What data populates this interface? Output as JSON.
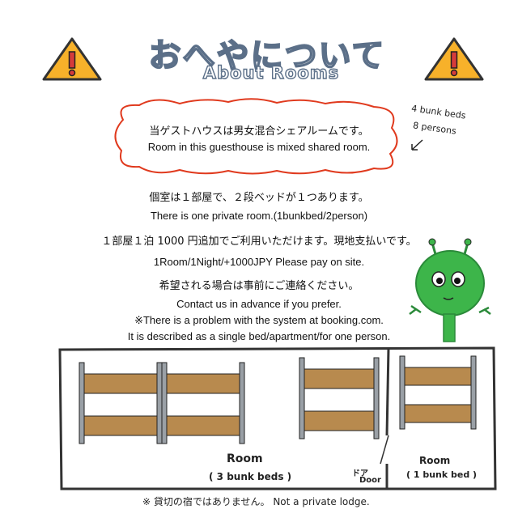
{
  "title": {
    "jp": "おへやについて",
    "en": "About Rooms"
  },
  "bubble": {
    "jp": "当ゲストハウスは男女混合シェアルームです。",
    "en": "Room in this guesthouse is mixed shared room."
  },
  "side_note": {
    "line1": "4 bunk beds",
    "line2": "8 persons"
  },
  "lines": {
    "private_jp": "個室は１部屋で、２段ベッドが１つあります。",
    "private_en": "There is one private room.(1bunkbed/2person)",
    "price_jp": "１部屋１泊 1000 円追加でご利用いただけます。現地支払いです。",
    "price_en": "1Room/1Night/+1000JPY Please pay on site.",
    "contact_jp": "希望される場合は事前にご連絡ください。",
    "contact_en": "Contact us in advance if you prefer.",
    "problem_en": "※There is a problem with the system at booking.com.",
    "described_en": "It is described as a single bed/apartment/for one person."
  },
  "floorplan": {
    "room_label": "Room",
    "room_sub": "( 3 bunk beds )",
    "door_jp": "ドア",
    "door_en": "Door",
    "private_label": "Room",
    "private_sub": "( 1 bunk bed )"
  },
  "footer": "※ 貸切の宿ではありません。 Not a private lodge.",
  "colors": {
    "title_stroke": "#5b6f88",
    "bubble_stroke": "#e03a1e",
    "warning_fill": "#f7b12a",
    "alien_green": "#3db54a",
    "bed_brown": "#b88a4e",
    "bed_post": "#9aa0a6"
  },
  "icons": [
    "warning-icon",
    "alien-character"
  ]
}
